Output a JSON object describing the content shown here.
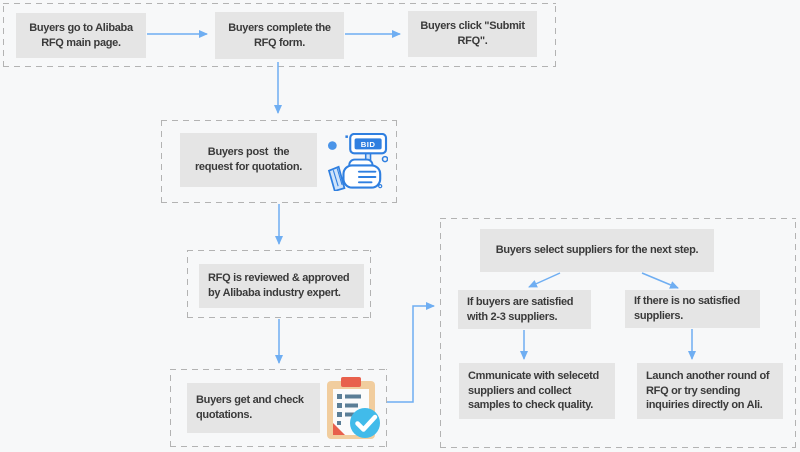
{
  "title": "Alibaba RFQ process flowchart",
  "colors": {
    "background": "#f7f8f9",
    "box_fill": "#e5e5e5",
    "box_text": "#3a3a3a",
    "dashed_border": "#b3b3b3",
    "arrow": "#6faef2",
    "icon_blue": "#2f7fe0",
    "icon_blue_fill": "#cfe3fa",
    "clipboard_tan": "#f1cd9e",
    "clipboard_red": "#e8604c",
    "clipboard_slate": "#5b7e96",
    "check_circle": "#41bbea"
  },
  "flow": {
    "step_go_to_alibaba": "Buyers go to Alibaba\nRFQ main page.",
    "step_complete_form": "Buyers complete the\nRFQ form.",
    "step_submit_rfq": "Buyers click \"Submit\nRFQ\".",
    "step_post_request": "Buyers post  the\nrequest for quotation.",
    "step_reviewed": "RFQ is reviewed & approved\nby Alibaba industry expert.",
    "step_get_quotations": "Buyers get and check\nquotations.",
    "step_select_suppliers": "Buyers select suppliers for the next step.",
    "branch_satisfied": "If buyers are satisfied\nwith 2-3 suppliers.",
    "branch_not_satisfied": "If there is no satisfied\nsuppliers.",
    "outcome_communicate": "Cmmunicate with selecetd\nsuppliers and collect\nsamples to check quality.",
    "outcome_launch_again": "Launch another round of\nRFQ or try sending\ninquiries directly on Ali."
  },
  "icons": {
    "bid_icon_name": "bid-hand-icon",
    "bid_sign_label": "BID",
    "quotation_icon_name": "clipboard-check-icon"
  }
}
